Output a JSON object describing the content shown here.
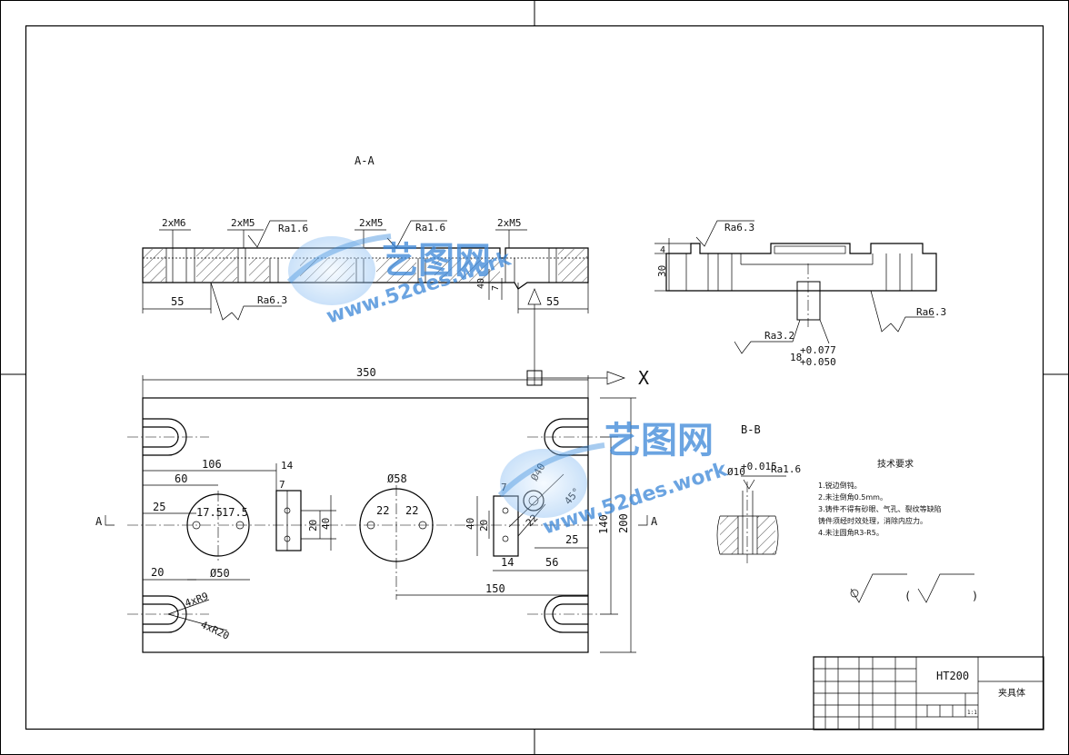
{
  "sections": {
    "aa": "A-A",
    "bb": "B-B",
    "a_left": "A",
    "a_right": "A"
  },
  "dimensions": {
    "thread1": "2xM6",
    "thread2": "2xM5",
    "thread3": "2xM5",
    "thread4": "2xM5",
    "left55": "55",
    "right55": "55",
    "d40": "40",
    "d7": "7",
    "d4": "4",
    "d30": "30",
    "slot_upper": "+0.077",
    "slot_lower": "+0.050",
    "slot_base": "18",
    "d350": "350",
    "d106": "106",
    "d60": "60",
    "d14a": "14",
    "d7a": "7",
    "d58": "Ø58",
    "d25a": "25",
    "d175a": "17.5",
    "d175b": "17.5",
    "d22a": "22",
    "d22b": "22",
    "d20a": "20",
    "d40a": "40",
    "d40b": "40",
    "d20b": "20",
    "d20c": "20",
    "d50": "Ø50",
    "d150": "150",
    "d14b": "14",
    "d56": "56",
    "d25b": "25",
    "d7b": "7",
    "d140": "140",
    "d200": "200",
    "r9": "4xR9",
    "r20": "4xR20",
    "dia40": "Ø40",
    "d22c": "22",
    "ang45": "45°",
    "bb_dia": "Ø10",
    "bb_tol": "+0.015",
    "x_mark": "X"
  },
  "roughness": {
    "r1": "Ra1.6",
    "r2": "Ra1.6",
    "r3": "Ra6.3",
    "r4": "Ra6.3",
    "r5": "Ra3.2",
    "r6": "Ra6.3",
    "r7": "Ra1.6",
    "paren_open": "(",
    "paren_close": ")"
  },
  "notes": {
    "heading": "技术要求",
    "items": [
      "1.锐边倒钝。",
      "2.未注倒角0.5mm。",
      "3.铸件不得有砂眼、气孔、裂纹等缺陷",
      "铸件须经时效处理，消除内应力。",
      "4.未注圆角R3-R5。"
    ]
  },
  "titleblock": {
    "material": "HT200",
    "part_name": "夹具体",
    "sheet": "1:1"
  },
  "watermark": {
    "brand": "艺图网",
    "url": "www.52des.work"
  }
}
